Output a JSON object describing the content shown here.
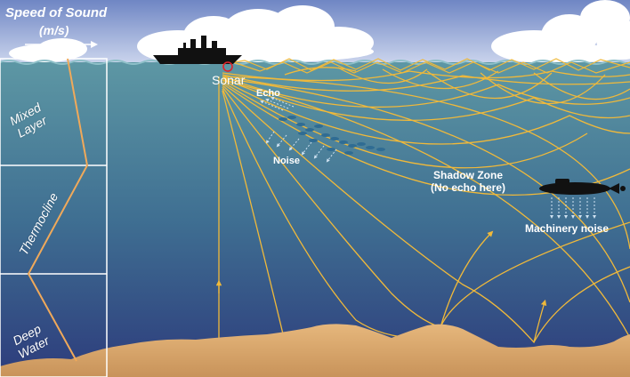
{
  "speed_panel": {
    "title_line1": "Speed of Sound",
    "title_line2": "(m/s)",
    "axis_label": "Increase",
    "layers": [
      {
        "line1": "Mixed",
        "line2": "Layer"
      },
      {
        "line1": "Thermocline",
        "line2": ""
      },
      {
        "line1": "Deep",
        "line2": "Water"
      }
    ]
  },
  "labels": {
    "sonar": "Sonar",
    "echo": "Echo",
    "noise": "Noise",
    "shadow_zone_line1": "Shadow Zone",
    "shadow_zone_line2": "(No echo here)",
    "machinery_noise": "Machinery noise"
  },
  "colors": {
    "sky_top": "#6f86c4",
    "sky_bottom": "#c9d3ec",
    "sea_top": "#5d97a4",
    "sea_bottom": "#2d3c7c",
    "ray": "#f0b93a",
    "seabed": "#dcaa6f",
    "panel_border": "#ffffff",
    "speed_profile": "#f0a95a",
    "fish": "#2f6c93",
    "sonar_ring": "#e0232b"
  },
  "icons": [
    "ship-icon",
    "submarine-icon",
    "fish-school-icon",
    "cloud-icon"
  ]
}
